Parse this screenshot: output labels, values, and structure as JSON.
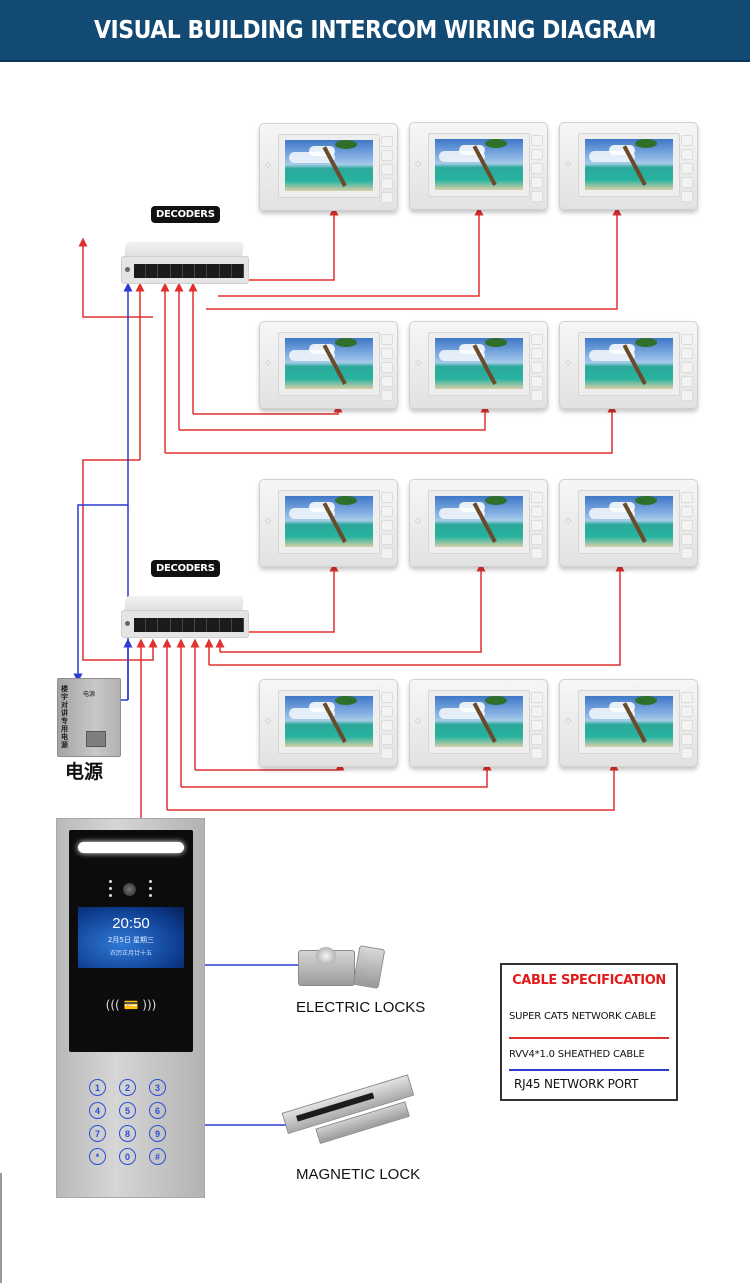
{
  "header": {
    "title": "VISUAL BUILDING INTERCOM WIRING DIAGRAM",
    "background": "#134a74"
  },
  "decoders": [
    {
      "label": "DECODERS"
    },
    {
      "label": "DECODERS"
    }
  ],
  "monitors": {
    "count": 12,
    "rows": 4,
    "per_row": 3
  },
  "power_supply": {
    "label": "电源",
    "body_text": "楼宇对讲专用电源",
    "logo_text": "电源"
  },
  "door_station": {
    "time": "20:50",
    "date": "2月5日 星期三",
    "lunar": "农历正月廿十五",
    "rfid": "((( 💳 )))",
    "keys": [
      "1",
      "2",
      "3",
      "4",
      "5",
      "6",
      "7",
      "8",
      "9",
      "*",
      "0",
      "#"
    ]
  },
  "devices": {
    "electric_lock": "ELECTRIC LOCKS",
    "magnetic_lock": "MAGNETIC LOCK"
  },
  "legend": {
    "title": "CABLE SPECIFICATION",
    "items": [
      {
        "label": "SUPER CAT5 NETWORK CABLE",
        "color": "#e03030"
      },
      {
        "label": "RVV4*1.0 SHEATHED CABLE",
        "color": "#2d3bd0"
      },
      {
        "label": "RJ45 NETWORK PORT"
      }
    ]
  },
  "colors": {
    "network_cable": "#e03030",
    "power_cable": "#2d3bd0"
  }
}
